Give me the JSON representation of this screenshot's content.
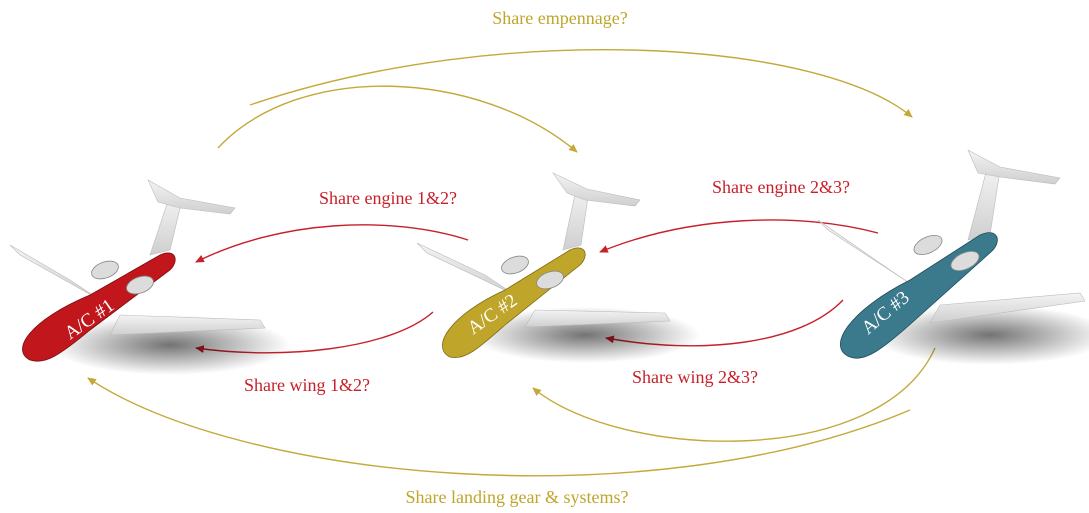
{
  "colors": {
    "red": "#c0161c",
    "gold": "#bfa52a",
    "teal": "#3b7a8c",
    "gear_arrow": "#c4a93a",
    "link_arrow": "#c8202a"
  },
  "aircraft": [
    {
      "label": "A/C #1",
      "color": "#c0161c"
    },
    {
      "label": "A/C #2",
      "color": "#bfa52a"
    },
    {
      "label": "A/C #3",
      "color": "#3b7a8c"
    }
  ],
  "labels": {
    "empennage": "Share empennage?",
    "engine_12": "Share engine 1&2?",
    "engine_23": "Share engine 2&3?",
    "wing_12": "Share wing 1&2?",
    "wing_23": "Share wing 2&3?",
    "landing_gear": "Share landing gear & systems?"
  }
}
